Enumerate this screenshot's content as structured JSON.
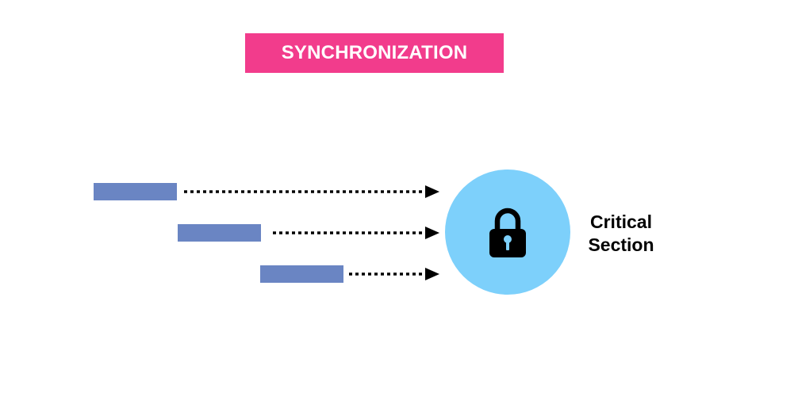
{
  "title": "SYNCHRONIZATION",
  "critical_section": {
    "line1": "Critical",
    "line2": "Section"
  },
  "threads": [
    {
      "id": 1
    },
    {
      "id": 2
    },
    {
      "id": 3
    }
  ],
  "colors": {
    "banner": "#f23c8c",
    "thread_bar": "#6a85c3",
    "critical_circle": "#7dd0fb",
    "arrow": "#000000",
    "lock": "#000000"
  },
  "icons": {
    "lock": "padlock-icon"
  }
}
